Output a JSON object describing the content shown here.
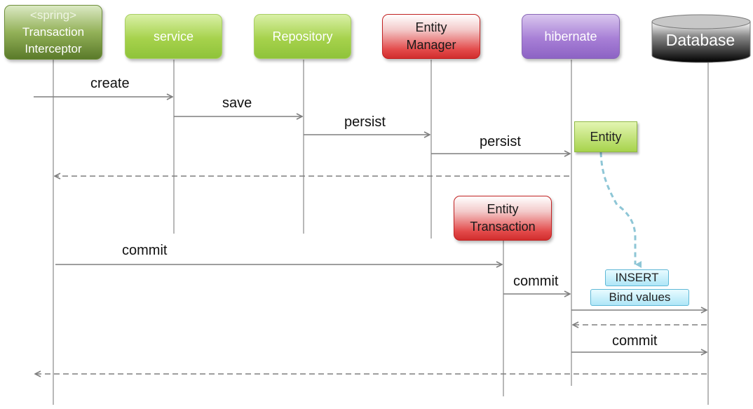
{
  "participants": {
    "transaction_interceptor": {
      "line1": "<spring>",
      "line2": "Transaction",
      "line3": "Interceptor"
    },
    "service": {
      "label": "service"
    },
    "repository": {
      "label": "Repository"
    },
    "entity_manager": {
      "line1": "Entity",
      "line2": "Manager"
    },
    "hibernate": {
      "label": "hibernate"
    },
    "database": {
      "label": "Database"
    },
    "entity_transaction": {
      "line1": "Entity",
      "line2": "Transaction"
    }
  },
  "notes": {
    "entity": "Entity",
    "insert": "INSERT",
    "bind_values": "Bind values"
  },
  "messages": {
    "create": "create",
    "save": "save",
    "persist_to_em": "persist",
    "persist_to_hibernate": "persist",
    "commit_to_et": "commit",
    "commit_to_hibernate": "commit",
    "commit_to_db": "commit"
  },
  "colors": {
    "lifeline": "#a0a0a0",
    "arrow": "#7f7f7f",
    "note_connector": "#8ec6d6"
  }
}
